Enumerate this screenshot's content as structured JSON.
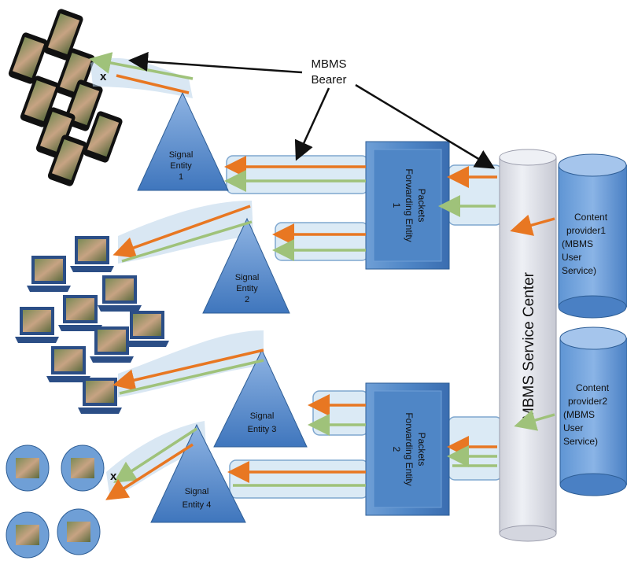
{
  "labels": {
    "mbms_bearer_line1": "MBMS",
    "mbms_bearer_line2": "Bearer",
    "service_center": "MBMS Service Center",
    "signal_entity_1_line1": "Signal",
    "signal_entity_1_line2": "Entity",
    "signal_entity_1_line3": "1",
    "signal_entity_2_line1": "Signal",
    "signal_entity_2_line2": "Entity",
    "signal_entity_2_line3": "2",
    "signal_entity_3_line1": "Signal",
    "signal_entity_3_line2": "Entity 3",
    "signal_entity_4_line1": "Signal",
    "signal_entity_4_line2": "Entity 4",
    "pfe1_line1": "Packets",
    "pfe1_line2": "Forwarding Entity",
    "pfe1_line3": "1",
    "pfe2_line1": "Packets",
    "pfe2_line2": "Forwarding Entity",
    "pfe2_line3": "2",
    "cp1_line1": "Content",
    "cp1_line2": "provider1",
    "cp1_line3": "(MBMS",
    "cp1_line4": "User",
    "cp1_line5": "Service)",
    "cp2_line1": "Content",
    "cp2_line2": "provider2",
    "cp2_line3": "(MBMS",
    "cp2_line4": "User",
    "cp2_line5": "Service)",
    "fail_mark_top": "x",
    "fail_mark_bottom": "x"
  },
  "colors": {
    "orange": "#e87722",
    "green": "#9fc27a",
    "blue_dark": "#2e5e96",
    "blue_mid": "#4f86c6",
    "blue_light": "#8fb4e3",
    "pipe_fill": "#dbeaf5",
    "pipe_stroke": "#7fa7cf",
    "cylinder_grey": "#e7e8ee"
  }
}
